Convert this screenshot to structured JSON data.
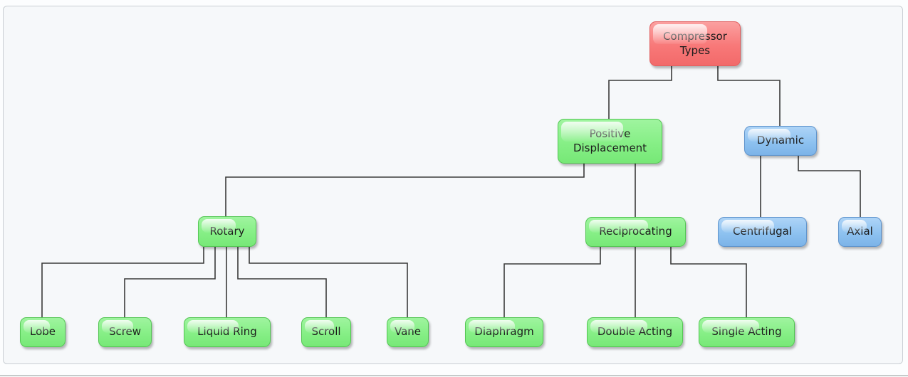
{
  "diagram": {
    "type": "tree",
    "canvas_bg": "#f6f8fa",
    "line_color": "#3a3a3a",
    "text_color": "#1c1c1c",
    "palette": {
      "red": {
        "top": "#fba0a0",
        "mid": "#f87878",
        "bot": "#f26a6a",
        "border": "#e25f5f"
      },
      "green": {
        "top": "#9ff49f",
        "mid": "#86ef86",
        "bot": "#77e877",
        "border": "#54c654"
      },
      "blue": {
        "top": "#aed4f7",
        "mid": "#8ec2f0",
        "bot": "#7cb3e8",
        "border": "#5f94cc"
      }
    },
    "nodes": [
      {
        "id": "compressor-types",
        "label": "Compressor\nTypes",
        "variant": "red"
      },
      {
        "id": "positive-displacement",
        "label": "Positive\nDisplacement",
        "variant": "green"
      },
      {
        "id": "dynamic",
        "label": "Dynamic",
        "variant": "blue"
      },
      {
        "id": "rotary",
        "label": "Rotary",
        "variant": "green"
      },
      {
        "id": "reciprocating",
        "label": "Reciprocating",
        "variant": "green"
      },
      {
        "id": "centrifugal",
        "label": "Centrifugal",
        "variant": "blue"
      },
      {
        "id": "axial",
        "label": "Axial",
        "variant": "blue"
      },
      {
        "id": "lobe",
        "label": "Lobe",
        "variant": "green"
      },
      {
        "id": "screw",
        "label": "Screw",
        "variant": "green"
      },
      {
        "id": "liquid-ring",
        "label": "Liquid Ring",
        "variant": "green"
      },
      {
        "id": "scroll",
        "label": "Scroll",
        "variant": "green"
      },
      {
        "id": "vane",
        "label": "Vane",
        "variant": "green"
      },
      {
        "id": "diaphragm",
        "label": "Diaphragm",
        "variant": "green"
      },
      {
        "id": "double-acting",
        "label": "Double Acting",
        "variant": "green"
      },
      {
        "id": "single-acting",
        "label": "Single Acting",
        "variant": "green"
      }
    ],
    "edges": [
      [
        "compressor-types",
        "positive-displacement"
      ],
      [
        "compressor-types",
        "dynamic"
      ],
      [
        "positive-displacement",
        "rotary"
      ],
      [
        "positive-displacement",
        "reciprocating"
      ],
      [
        "dynamic",
        "centrifugal"
      ],
      [
        "dynamic",
        "axial"
      ],
      [
        "rotary",
        "lobe"
      ],
      [
        "rotary",
        "screw"
      ],
      [
        "rotary",
        "liquid-ring"
      ],
      [
        "rotary",
        "scroll"
      ],
      [
        "rotary",
        "vane"
      ],
      [
        "reciprocating",
        "diaphragm"
      ],
      [
        "reciprocating",
        "double-acting"
      ],
      [
        "reciprocating",
        "single-acting"
      ]
    ]
  }
}
